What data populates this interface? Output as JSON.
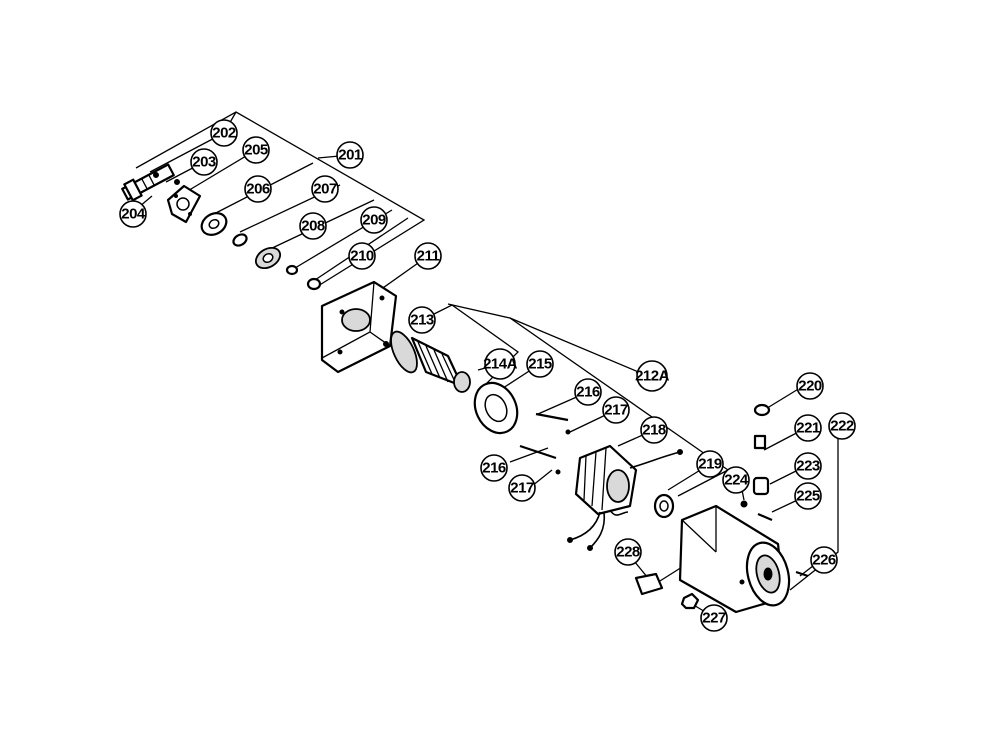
{
  "diagram": {
    "type": "exploded-parts-view",
    "callouts": [
      {
        "id": "201",
        "label": "201"
      },
      {
        "id": "202",
        "label": "202"
      },
      {
        "id": "203",
        "label": "203"
      },
      {
        "id": "204",
        "label": "204"
      },
      {
        "id": "205",
        "label": "205"
      },
      {
        "id": "206",
        "label": "206"
      },
      {
        "id": "207",
        "label": "207"
      },
      {
        "id": "208",
        "label": "208"
      },
      {
        "id": "209",
        "label": "209"
      },
      {
        "id": "210",
        "label": "210"
      },
      {
        "id": "211",
        "label": "211"
      },
      {
        "id": "212A",
        "label": "212A"
      },
      {
        "id": "213",
        "label": "213"
      },
      {
        "id": "214A",
        "label": "214A"
      },
      {
        "id": "215",
        "label": "215"
      },
      {
        "id": "216a",
        "label": "216"
      },
      {
        "id": "216b",
        "label": "216"
      },
      {
        "id": "217a",
        "label": "217"
      },
      {
        "id": "217b",
        "label": "217"
      },
      {
        "id": "218",
        "label": "218"
      },
      {
        "id": "219",
        "label": "219"
      },
      {
        "id": "220",
        "label": "220"
      },
      {
        "id": "221",
        "label": "221"
      },
      {
        "id": "222",
        "label": "222"
      },
      {
        "id": "223",
        "label": "223"
      },
      {
        "id": "224",
        "label": "224"
      },
      {
        "id": "225",
        "label": "225"
      },
      {
        "id": "226",
        "label": "226"
      },
      {
        "id": "227",
        "label": "227"
      },
      {
        "id": "228",
        "label": "228"
      }
    ]
  }
}
